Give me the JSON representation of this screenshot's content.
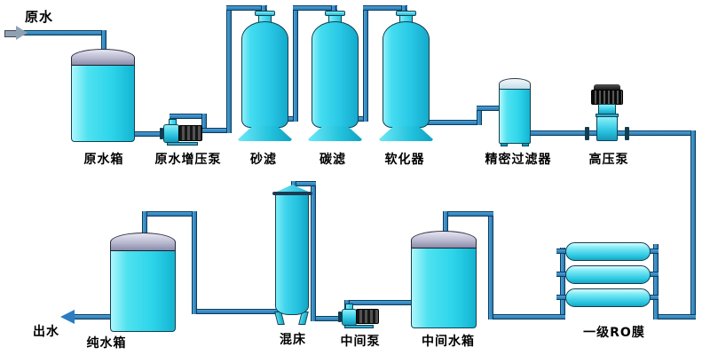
{
  "diagram": {
    "labels": {
      "raw_water": "原水",
      "raw_water_tank": "原水箱",
      "booster_pump": "原水增压泵",
      "sand_filter": "砂滤",
      "carbon_filter": "碳滤",
      "softener": "软化器",
      "precision_filter": "精密过滤器",
      "high_pressure_pump": "高压泵",
      "ro_membrane": "一级RO膜",
      "intermediate_tank": "中间水箱",
      "intermediate_pump": "中间泵",
      "mixed_bed": "混床",
      "pure_water_tank": "纯水箱",
      "water_out": "出水"
    },
    "colors": {
      "vessel_cyan": "#29c8e6",
      "tank_cyan": "#2cd4ea",
      "dome_gray": "#b9b9d0",
      "pipe_blue": "#2b7ab4",
      "pipe_edge": "#0c3c5c",
      "motor_dark": "#161616",
      "outlet_arrow_blue": "#2b7cc2",
      "inlet_arrow_gray": "#8fa2b2",
      "label_black": "#000000",
      "background": "#ffffff"
    }
  }
}
